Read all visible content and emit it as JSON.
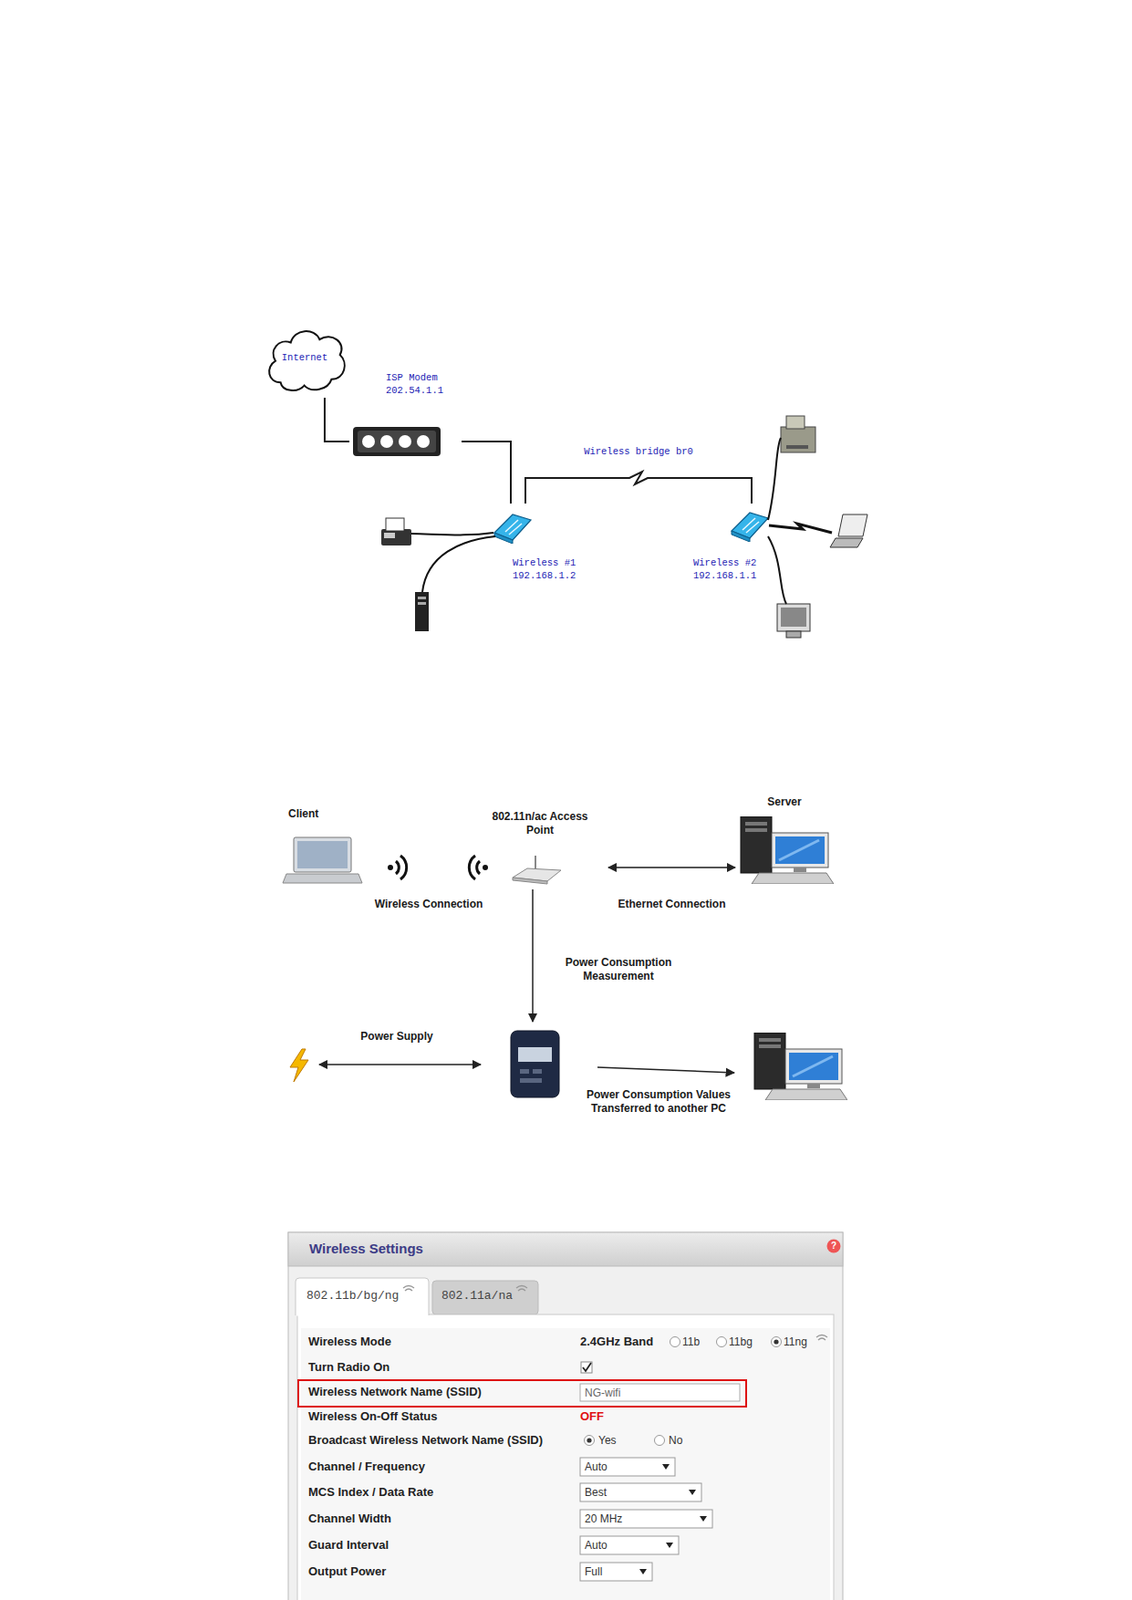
{
  "diagram": {
    "nodes": [
      {
        "text": [
          "Internet"
        ]
      },
      {
        "text": [
          "ISP Modem 202.54.1.1"
        ]
      },
      {
        "text": [
          "Wireless #1 192.168.1.2"
        ]
      },
      {
        "text": [
          "Wireless #2 192.168.1.1"
        ]
      },
      {
        "text": [
          "Client"
        ]
      },
      {
        "text": [
          "802.11n/ac Access Point"
        ]
      },
      {
        "text": [
          "Server"
        ]
      }
    ],
    "edges": [
      {
        "from": 0,
        "to": 1,
        "arrow": "none"
      },
      {
        "from": 1,
        "to": 2,
        "arrow": "none"
      },
      {
        "from": 2,
        "to": 3,
        "label": "Wireless bridge br0",
        "arrow": "none"
      },
      {
        "from": 5,
        "to": 6,
        "label": "Ethernet Connection",
        "arrow": "both"
      }
    ],
    "labels": [
      "Wireless Connection",
      "Power Consumption Measurement",
      "Power Supply",
      "Power Consumption Values Transferred to another PC",
      "Wireless Settings",
      "802.11b/bg/ng",
      "802.11a/na",
      "Wireless Mode",
      "2.4GHz Band",
      "11b",
      "11bg",
      "11ng",
      "Turn Radio On",
      "Wireless Network Name (SSID)",
      "NG-wifi",
      "Wireless On-Off Status",
      "OFF",
      "Broadcast Wireless Network Name (SSID)",
      "Yes",
      "No",
      "Channel / Frequency",
      "Auto",
      "MCS Index / Data Rate",
      "Best",
      "Channel Width",
      "20 MHz",
      "Guard Interval",
      "Auto",
      "Output Power",
      "Full",
      "?"
    ]
  }
}
